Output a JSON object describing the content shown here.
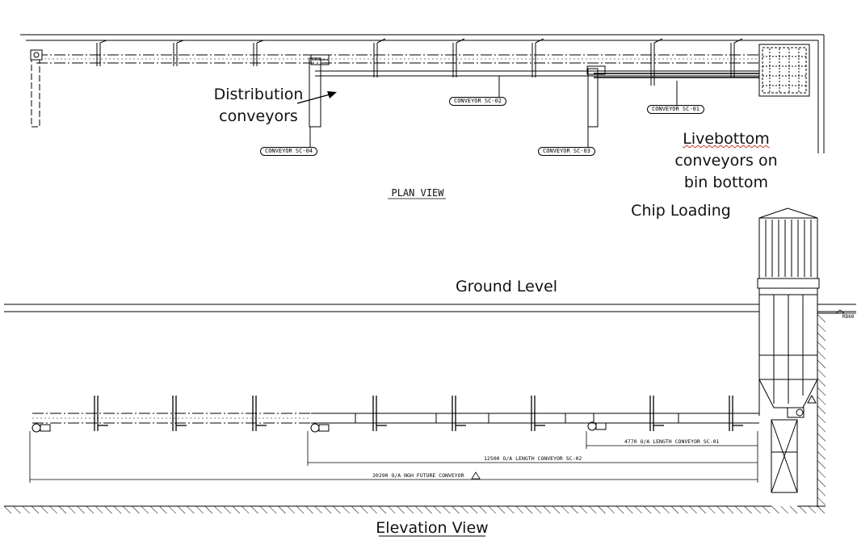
{
  "annotations": {
    "distribution_line1": "Distribution",
    "distribution_line2": "conveyors",
    "livebottom_line1": "Livebottom",
    "livebottom_line2": "conveyors on",
    "livebottom_line3": "bin bottom",
    "chip_loading": "Chip Loading",
    "ground_level": "Ground Level",
    "plan_view": "PLAN VIEW",
    "elevation_view": "Elevation View"
  },
  "conveyor_tags": {
    "sc04": "CONVEYOR  SC-04",
    "sc02": "CONVEYOR  SC-02",
    "sc03": "CONVEYOR  SC-03",
    "sc01": "CONVEYOR  SC-01"
  },
  "dimensions": {
    "sc01_length": "4770 O/A LENGTH CONVEYOR SC-01",
    "sc02_length": "12500 O/A LENGTH CONVEYOR SC-02",
    "future_length": "20290 O/A NGH FUTURE CONVEYOR",
    "elev_mark": "RD60"
  },
  "colors": {
    "line": "#000000",
    "squiggle": "#c0392b"
  }
}
